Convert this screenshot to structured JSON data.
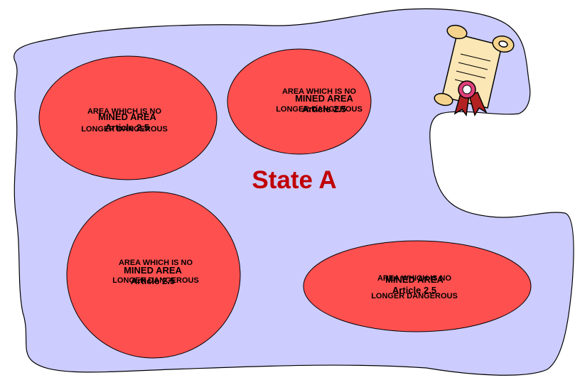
{
  "map": {
    "fill_color": "#ccccff",
    "zone_fill_color": "#ff5050",
    "state_label": "State A",
    "state_label_color": "#c00000",
    "certificate_icon": "scroll-with-seal-icon"
  },
  "zones": [
    {
      "text_a_line1": "AREA WHICH IS NO",
      "text_a_line2": "LONGER DANGEROUS",
      "text_b_line1": "MINED AREA",
      "text_b_line2": "Article 2.5"
    },
    {
      "text_a_line1": "AREA WHICH IS NO",
      "text_a_line2": "LONGER DANGEROUS",
      "text_b_line1": "MINED AREA",
      "text_b_line2": "Article 2.5"
    },
    {
      "text_a_line1": "AREA WHICH IS NO",
      "text_a_line2": "LONGER DANGEROUS",
      "text_b_line1": "MINED AREA",
      "text_b_line2": "Article 2.5"
    },
    {
      "text_a_line1": "AREA WHICH IS NO",
      "text_a_line2": "LONGER DANGEROUS",
      "text_b_line1": "MINED AREA",
      "text_b_line2": "Article 2.5"
    }
  ]
}
